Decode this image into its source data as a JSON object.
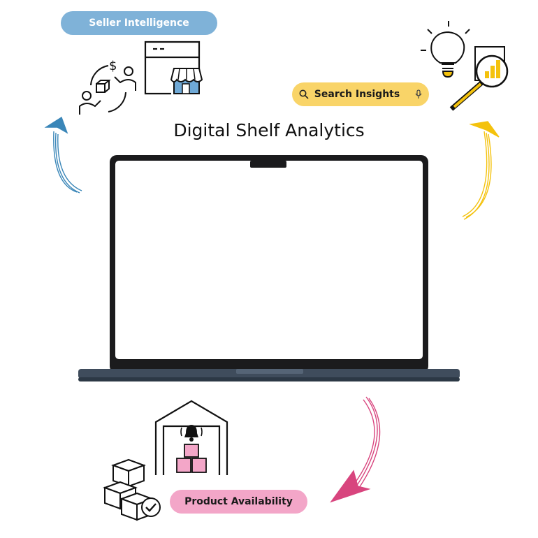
{
  "title": "Digital Shelf Analytics",
  "pills": {
    "seller": {
      "label": "Seller Intelligence",
      "color": "#7fb2d8"
    },
    "search": {
      "label": "Search Insights",
      "color": "#f9d468"
    },
    "product": {
      "label": "Product Availability",
      "color": "#f3a6c8"
    }
  },
  "icons": {
    "seller": [
      "exchange-people-icon",
      "storefront-window-icon"
    ],
    "search": [
      "lightbulb-icon",
      "magnifier-chart-icon",
      "search-icon",
      "microphone-icon"
    ],
    "product": [
      "warehouse-alert-icon",
      "stacked-boxes-check-icon"
    ]
  },
  "arrows": {
    "seller": "#3a86b8",
    "search": "#f4c20d",
    "product": "#d8457e"
  },
  "laptop": {
    "frame_color": "#1b1b1d",
    "base_color": "#3f4c5c",
    "screen_color": "#ffffff"
  }
}
